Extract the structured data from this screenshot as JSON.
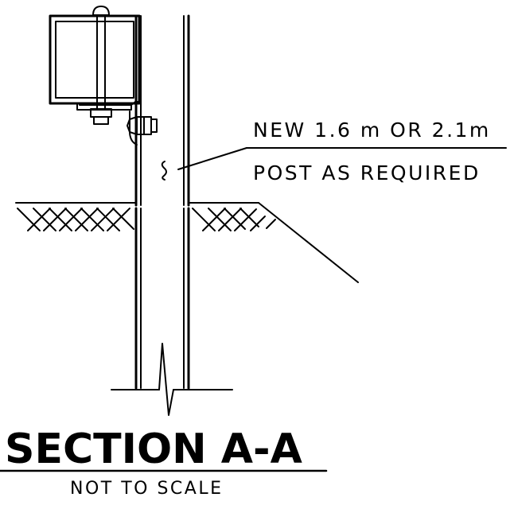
{
  "callout": {
    "line1": "NEW 1.6 m OR 2.1m",
    "line2": "POST AS REQUIRED"
  },
  "title": "SECTION A-A",
  "subtitle": "NOT TO SCALE",
  "colors": {
    "ink": "#000000",
    "background": "#ffffff"
  }
}
